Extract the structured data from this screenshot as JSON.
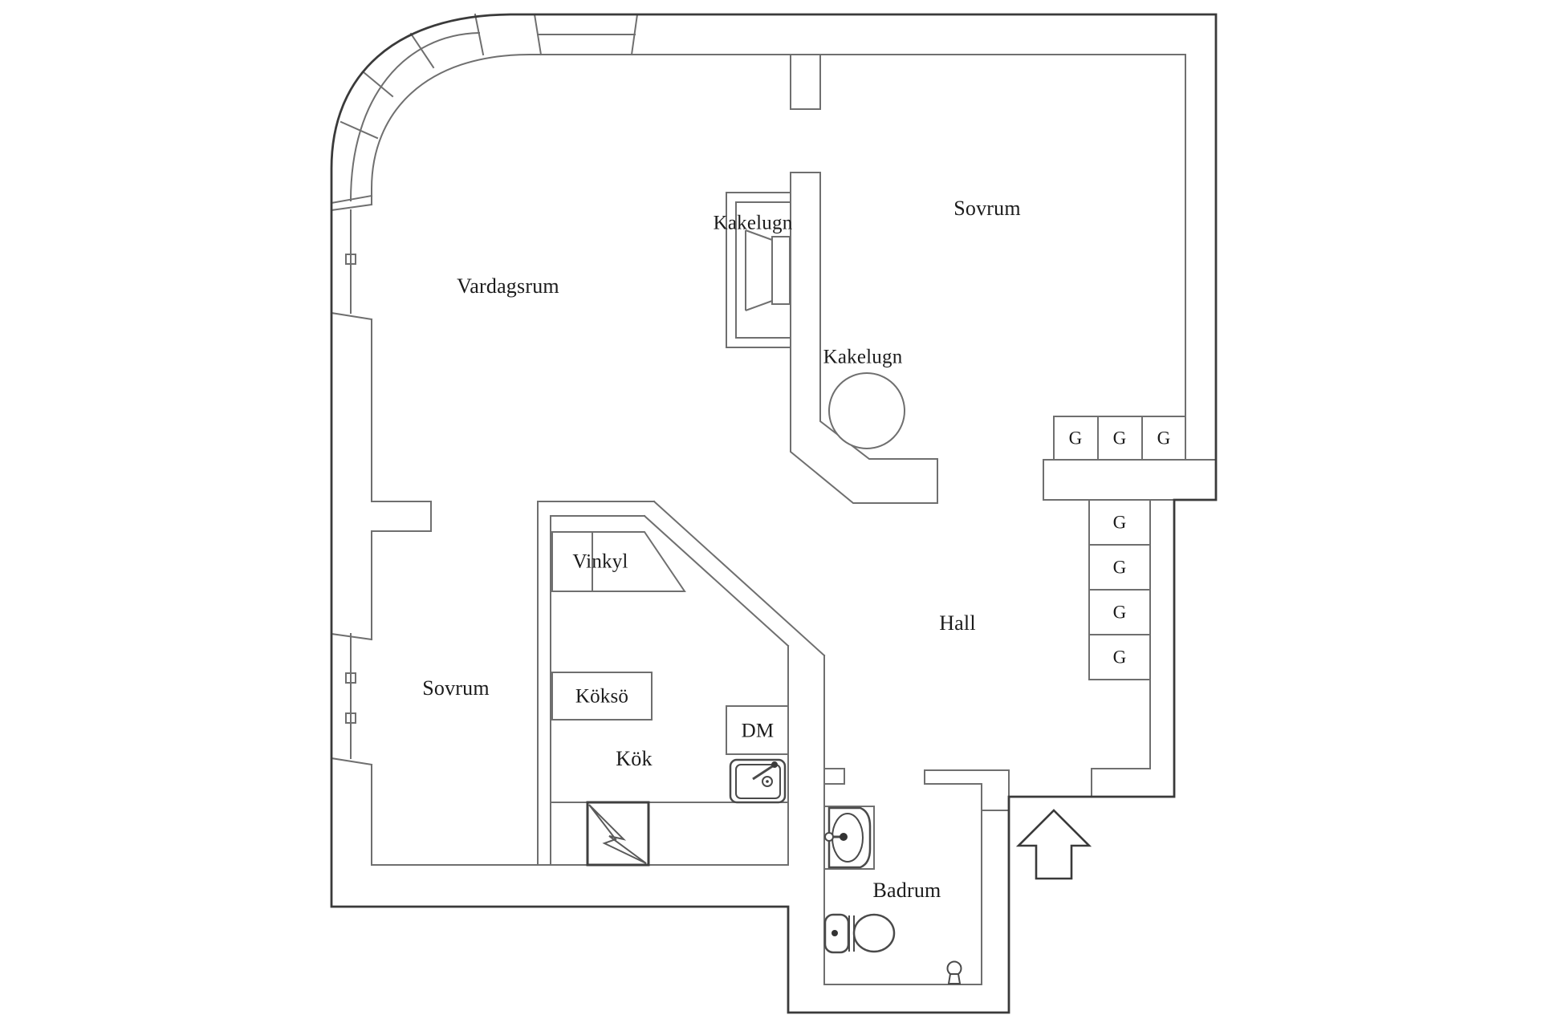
{
  "floorplan": {
    "background_color": "#ffffff",
    "wall_line_color": "#6f6f6f",
    "outline_color": "#3a3a3a",
    "label_color": "#1b1b1b",
    "rooms": [
      {
        "name": "vardagsrum",
        "label": "Vardagsrum"
      },
      {
        "name": "sovrum-upper",
        "label": "Sovrum"
      },
      {
        "name": "hall",
        "label": "Hall"
      },
      {
        "name": "sovrum-lower",
        "label": "Sovrum"
      },
      {
        "name": "kok",
        "label": "Kök"
      },
      {
        "name": "badrum",
        "label": "Badrum"
      }
    ],
    "fixtures": [
      {
        "name": "kakelugn-living",
        "label": "Kakelugn"
      },
      {
        "name": "kakelugn-hall",
        "label": "Kakelugn"
      },
      {
        "name": "vinkyl",
        "label": "Vinkyl"
      },
      {
        "name": "kokso",
        "label": "Köksö"
      },
      {
        "name": "diskmaskin",
        "label": "DM"
      }
    ],
    "wardrobe_label": "G",
    "wardrobes": {
      "top_row_count": 3,
      "side_column_count": 4
    }
  }
}
